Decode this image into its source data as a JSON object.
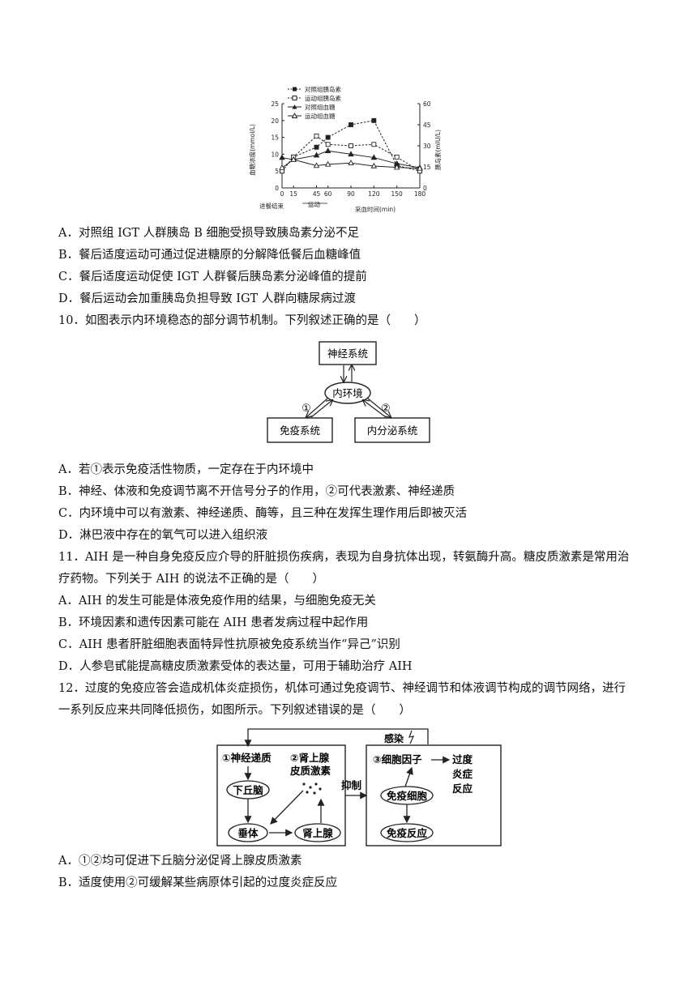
{
  "chart_data": {
    "type": "line",
    "title": "",
    "xlabel": "采血时间(min)",
    "ylabel_left": "血糖浓度(mmol/L)",
    "ylabel_right": "胰岛素(mIU/L)",
    "x": [
      0,
      15,
      45,
      60,
      90,
      120,
      150,
      180
    ],
    "x_ticks": [
      "0",
      "15",
      "45",
      "60",
      "90",
      "120",
      "150",
      "180"
    ],
    "ylim_left": [
      0,
      25
    ],
    "yticks_left": [
      "0",
      "5",
      "10",
      "15",
      "20",
      "25"
    ],
    "ylim_right": [
      0,
      60
    ],
    "yticks_right": [
      "0",
      "15",
      "30",
      "45",
      "60"
    ],
    "legend": [
      "对照组胰岛素",
      "运动组胰岛素",
      "对照组血糖",
      "运动组血糖"
    ],
    "legend_position": "top-center",
    "annotations": [
      "进餐结束",
      "运动"
    ],
    "series": [
      {
        "name": "对照组胰岛素",
        "axis": "right",
        "values": [
          12,
          22,
          29,
          36,
          45,
          48,
          16,
          12
        ]
      },
      {
        "name": "运动组胰岛素",
        "axis": "right",
        "values": [
          12,
          22,
          37,
          31,
          30,
          31,
          22,
          12
        ]
      },
      {
        "name": "对照组血糖",
        "axis": "left",
        "values": [
          9,
          8.4,
          9.7,
          11,
          10,
          9,
          7.2,
          6
        ]
      },
      {
        "name": "运动组血糖",
        "axis": "left",
        "values": [
          6,
          8.4,
          6.6,
          7,
          7.4,
          6.5,
          6.1,
          5.8
        ]
      }
    ]
  },
  "q9_options": {
    "A": "A．对照组 IGT 人群胰岛 B 细胞受损导致胰岛素分泌不足",
    "B": "B．餐后适度运动可通过促进糖原的分解降低餐后血糖峰值",
    "C": "C．餐后适度运动促使 IGT 人群餐后胰岛素分泌峰值的提前",
    "D": "D．餐后运动会加重胰岛负担导致 IGT 人群向糖尿病过渡"
  },
  "q10": {
    "stem": "10．如图表示内环境稳态的部分调节机制。下列叙述正确的是（　　）",
    "diagram": {
      "nerve": "神经系统",
      "inner": "内环境",
      "immune": "免疫系统",
      "endocrine": "内分泌系统",
      "mark1": "①",
      "mark2": "②"
    },
    "A": "A．若①表示免疫活性物质，一定存在于内环境中",
    "B": "B．神经、体液和免疫调节离不开信号分子的作用，②可代表激素、神经递质",
    "C": "C．内环境中可以有激素、神经递质、酶等，且三种在发挥生理作用后即被灭活",
    "D": "D．淋巴液中存在的氧气可以进入组织液"
  },
  "q11": {
    "stem1": "11．AIH 是一种自身免疫反应介导的肝脏损伤疾病，表现为自身抗体出现，转氨酶升高。糖皮质激素是常用治",
    "stem2": "疗药物。下列关于 AIH 的说法不正确的是（　　）",
    "A": "A．AIH 的发生可能是体液免疫作用的结果，与细胞免疫无关",
    "B": "B．环境因素和遗传因素可能在 AIH 患者发病过程中起作用",
    "C": "C．AIH 患者肝脏细胞表面特异性抗原被免疫系统当作“异己”识别",
    "D": "D．人参皂甙能提高糖皮质激素受体的表达量，可用于辅助治疗 AIH"
  },
  "q12": {
    "stem1": "12．过度的免疫应答会造成机体炎症损伤，机体可通过免疫调节、神经调节和体液调节构成的调节网络，进行",
    "stem2": "一系列反应来共同降低损伤，如图所示。下列叙述错误的是（　　）",
    "diagram": {
      "infection": "感染",
      "nt": "①神经递质",
      "adr1": "②肾上腺",
      "adr2": "皮质激素",
      "hypo": "下丘脑",
      "pit": "垂体",
      "adrenal": "肾上腺",
      "inhibit": "抑制",
      "cyto": "③细胞因子",
      "ex1": "过度",
      "ex2": "炎症",
      "ex3": "反应",
      "immcell": "免疫细胞",
      "immresp": "免疫反应"
    },
    "A": "A．①②均可促进下丘脑分泌促肾上腺皮质激素",
    "B": "B．适度使用②可缓解某些病原体引起的过度炎症反应"
  }
}
